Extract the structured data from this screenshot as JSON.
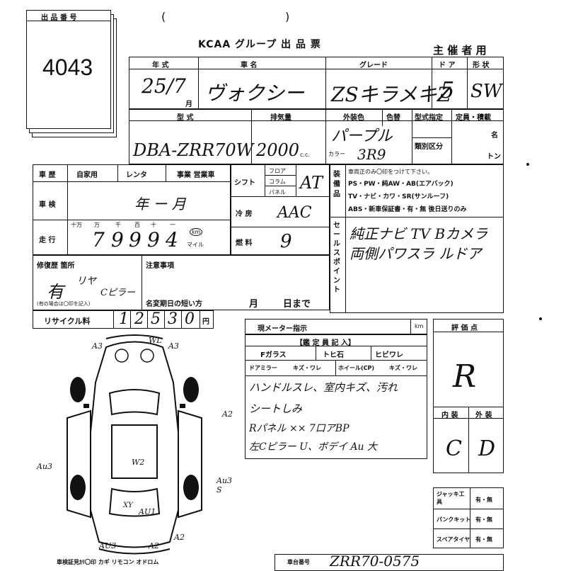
{
  "lot": {
    "label": "出 品 番 号",
    "number": "4043"
  },
  "header": {
    "title": "KCAA グループ 出 品 票",
    "organizer_use": "主 催 者 用"
  },
  "top_row": {
    "labels": {
      "year": "年 式",
      "car_name": "車 名",
      "grade": "グレード",
      "doors": "ド ア",
      "body_type": "形 状"
    },
    "values": {
      "year": "25/7",
      "year_unit": "月",
      "car_name": "ヴォクシー",
      "grade": "ZSキラメキZ",
      "doors": "5",
      "body_type": "SW"
    }
  },
  "second_row": {
    "labels": {
      "model": "型 式",
      "displacement": "排気量",
      "ext_color": "外装色",
      "color_change": "色替",
      "type_designation": "型式指定",
      "capacity": "定員・積載",
      "category_no": "類別区分",
      "persons_unit": "名",
      "tons_unit": "トン",
      "color_code_label": "カラー"
    },
    "values": {
      "model": "DBA-ZRR70W",
      "displacement": "2000",
      "cc": "c.c.",
      "ext_color": "パープル",
      "color_code": "3R9"
    }
  },
  "history": {
    "labels": [
      "車 歴",
      "自家用",
      "レンタ",
      "事業 営業車"
    ],
    "inspection_label": "車 検",
    "inspection_value": "年 ー 月",
    "mileage_label": "走 行",
    "mileage_units": [
      "十万",
      "万",
      "千",
      "百",
      "十",
      "一"
    ],
    "mileage_digits": [
      "7",
      "9",
      "9",
      "9",
      "4"
    ],
    "km": "km",
    "mile": "マイル"
  },
  "shift": {
    "label": "シフト",
    "options": [
      "フロア",
      "コラム",
      "パネル"
    ],
    "value": "AT",
    "ac_label": "冷 房",
    "ac_value": "AAC",
    "fuel_label": "燃 料",
    "fuel_value": "9"
  },
  "equipment": {
    "side_label": "装備品",
    "note": "車両正のみ〇印をつけて下さい。",
    "lines": [
      "PS・PW・純AW・AB(エアバック)",
      "TV・ナビ・カワ・SR(サンルーフ)",
      "ABS・新車保証書・有・無 後日送りのみ"
    ],
    "sales_label": "セールスポイント",
    "sales_lines": [
      "純正ナビ TV Bカメラ",
      "両側パワスラ ルドア"
    ]
  },
  "repair": {
    "label": "修復歴 箇所",
    "value": "有",
    "note_rear": "リヤ",
    "note_pillar": "Cピラー",
    "small_note": "(有の場合は〇印を記入)"
  },
  "notes": {
    "label": "注意事項",
    "short_date_label": "名変期日の短い方",
    "month": "月",
    "day": "日まで"
  },
  "recycle": {
    "label": "リサイクル料",
    "digits": [
      "1",
      "2",
      "5",
      "3",
      "0"
    ],
    "unit": "円"
  },
  "meter": {
    "label": "現メーター指示",
    "unit": "km"
  },
  "inspection": {
    "title": "【鑑 定 員 記 入】",
    "glass_label": "Fガラス",
    "glass_value": "トヒ石",
    "glass_crack": "ヒビワレ",
    "mirror_label": "ドアミラー",
    "mirror_value": "キズ・ワレ",
    "wheel_label": "ホイール(CP)",
    "wheel_value": "キズ・ワレ",
    "comments": [
      "ハンドルスレ、室内キズ、汚れ",
      "シートしみ",
      "Rパネル ×× 7口アBP",
      "左Cピラー U、ボデイ Au 大"
    ]
  },
  "score": {
    "label": "評 価 点",
    "value": "R",
    "interior_label": "内 装",
    "exterior_label": "外 装",
    "interior_value": "C",
    "exterior_value": "D"
  },
  "accessories": {
    "jack_label": "ジャッキ工具",
    "punk_label": "パンクキット",
    "spare_label": "スペアタイヤ",
    "options": "有・無"
  },
  "diagram": {
    "marks": [
      "A3",
      "WL",
      "A3",
      "A2",
      "Au3",
      "W2",
      "Au3 S",
      "XY",
      "AU1",
      "A2",
      "AU3",
      "A2"
    ]
  },
  "footer": {
    "left_text": "車検証見ｶﾘ〇印 カギ リモコン オドロム",
    "chassis_label": "車台番号",
    "chassis_value": "ZRR70-0575"
  }
}
